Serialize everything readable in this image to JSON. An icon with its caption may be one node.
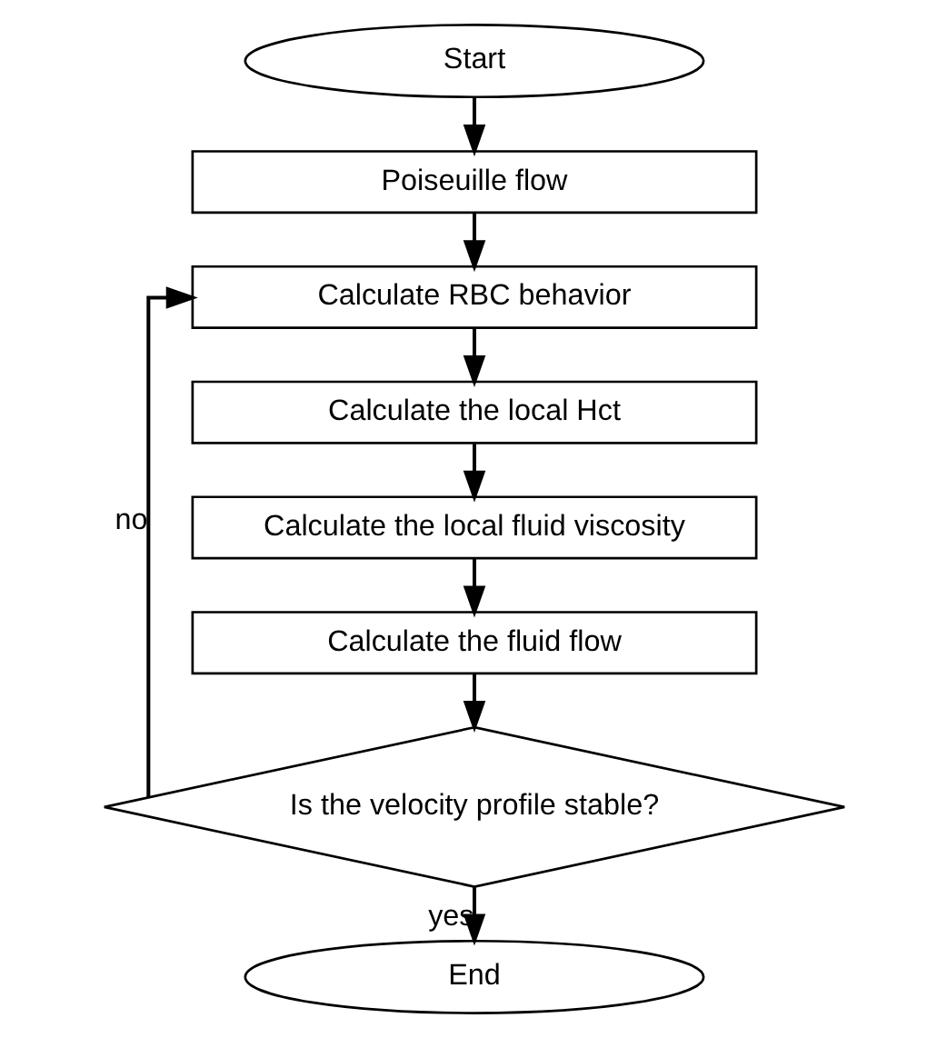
{
  "diagram": {
    "nodes": [
      {
        "text": [
          "Start"
        ]
      },
      {
        "text": [
          "Poiseuille flow"
        ]
      },
      {
        "text": [
          "Calculate RBC behavior"
        ]
      },
      {
        "text": [
          "Calculate the local Hct"
        ]
      },
      {
        "text": [
          "Calculate the local fluid viscosity"
        ]
      },
      {
        "text": [
          "Calculate the fluid flow"
        ]
      },
      {
        "text": [
          "Is the velocity profile stable?"
        ]
      },
      {
        "text": [
          "End"
        ]
      }
    ],
    "edges": [
      {
        "from": 0,
        "to": 1,
        "arrow": "to"
      },
      {
        "from": 1,
        "to": 2,
        "arrow": "to"
      },
      {
        "from": 2,
        "to": 3,
        "arrow": "to"
      },
      {
        "from": 3,
        "to": 4,
        "arrow": "to"
      },
      {
        "from": 4,
        "to": 5,
        "arrow": "to"
      },
      {
        "from": 5,
        "to": 6,
        "arrow": "to"
      },
      {
        "from": 6,
        "to": 2,
        "arrow": "to",
        "label": "no"
      },
      {
        "from": 6,
        "to": 7,
        "arrow": "to",
        "label": "yes"
      }
    ]
  }
}
